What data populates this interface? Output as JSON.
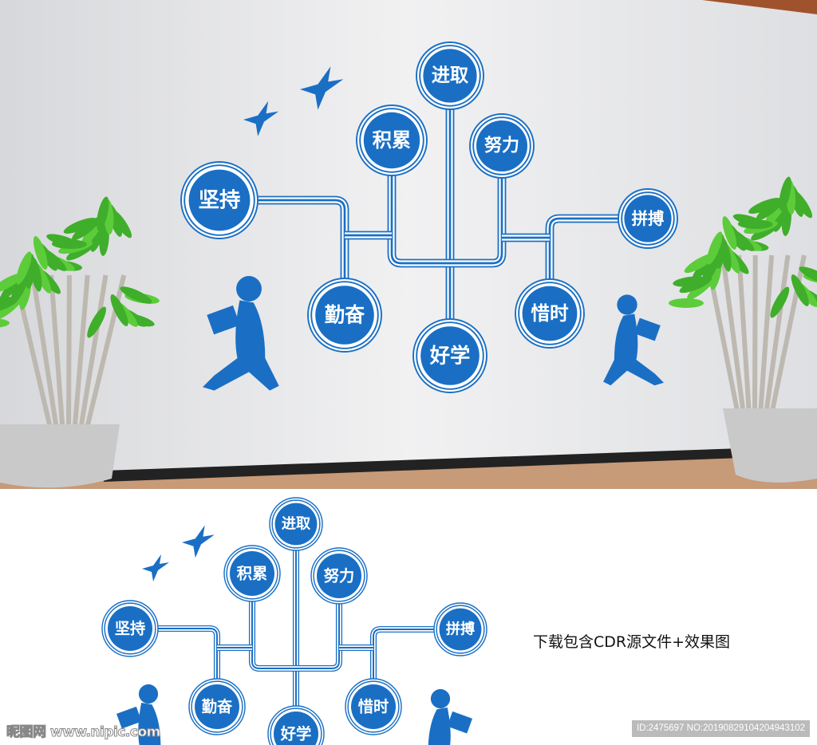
{
  "nodes": {
    "jinqu": "进取",
    "jilei": "积累",
    "nuli": "努力",
    "jianchi": "坚持",
    "pinbo": "拼搏",
    "qinfen": "勤奋",
    "haoxue": "好学",
    "xishi": "惜时"
  },
  "caption": "下载包含CDR源文件+效果图",
  "watermark": "昵图网 www.nipic.com",
  "image_id": "ID:2475697 NO:20190829104204943102",
  "colors": {
    "accent": "#1a6fc4",
    "wall": "#e9eaec",
    "floor": "#b98c6a",
    "plant": "#3fae2a",
    "pot": "#c9c9c9"
  }
}
